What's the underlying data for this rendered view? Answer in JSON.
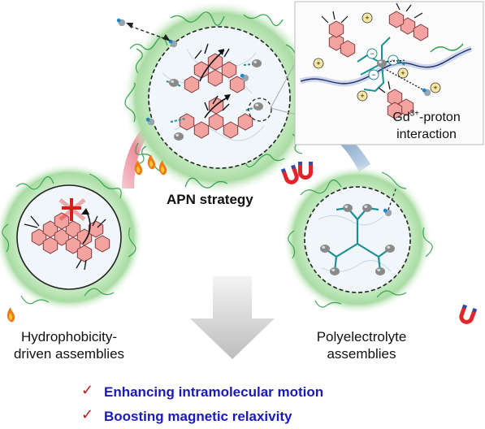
{
  "center_label": "APN strategy",
  "left_label": [
    "Hydrophobicity-",
    "driven assemblies"
  ],
  "right_label": [
    "Polyelectrolyte",
    "assemblies"
  ],
  "inset": {
    "caption_prefix": "Gd",
    "caption_superscript": "3+",
    "caption_suffix": "-proton",
    "caption_line2": "interaction"
  },
  "benefits": [
    {
      "text": "Enhancing intramolecular motion"
    },
    {
      "text": "Boosting magnetic relaxivity"
    }
  ],
  "check_glyph": "✓",
  "colors": {
    "shell_glow": "#9fd79a",
    "shell_chain": "#2f9e4a",
    "core": "#f1f6fb",
    "fluorophore": "#f4a3a0",
    "polyelectrolyte": "#1b8f96",
    "gd_ion": "#8a8a8a",
    "arrow_red": "#e5546a",
    "arrow_blue": "#2f6aa6",
    "cross": "#d81b1b",
    "benefit_text": "#1a1ab8",
    "check": "#c0151b"
  },
  "icons": [
    "flame-icon",
    "magnet-icon",
    "water-molecule-icon",
    "gd-ion-icon",
    "red-cross-icon"
  ]
}
